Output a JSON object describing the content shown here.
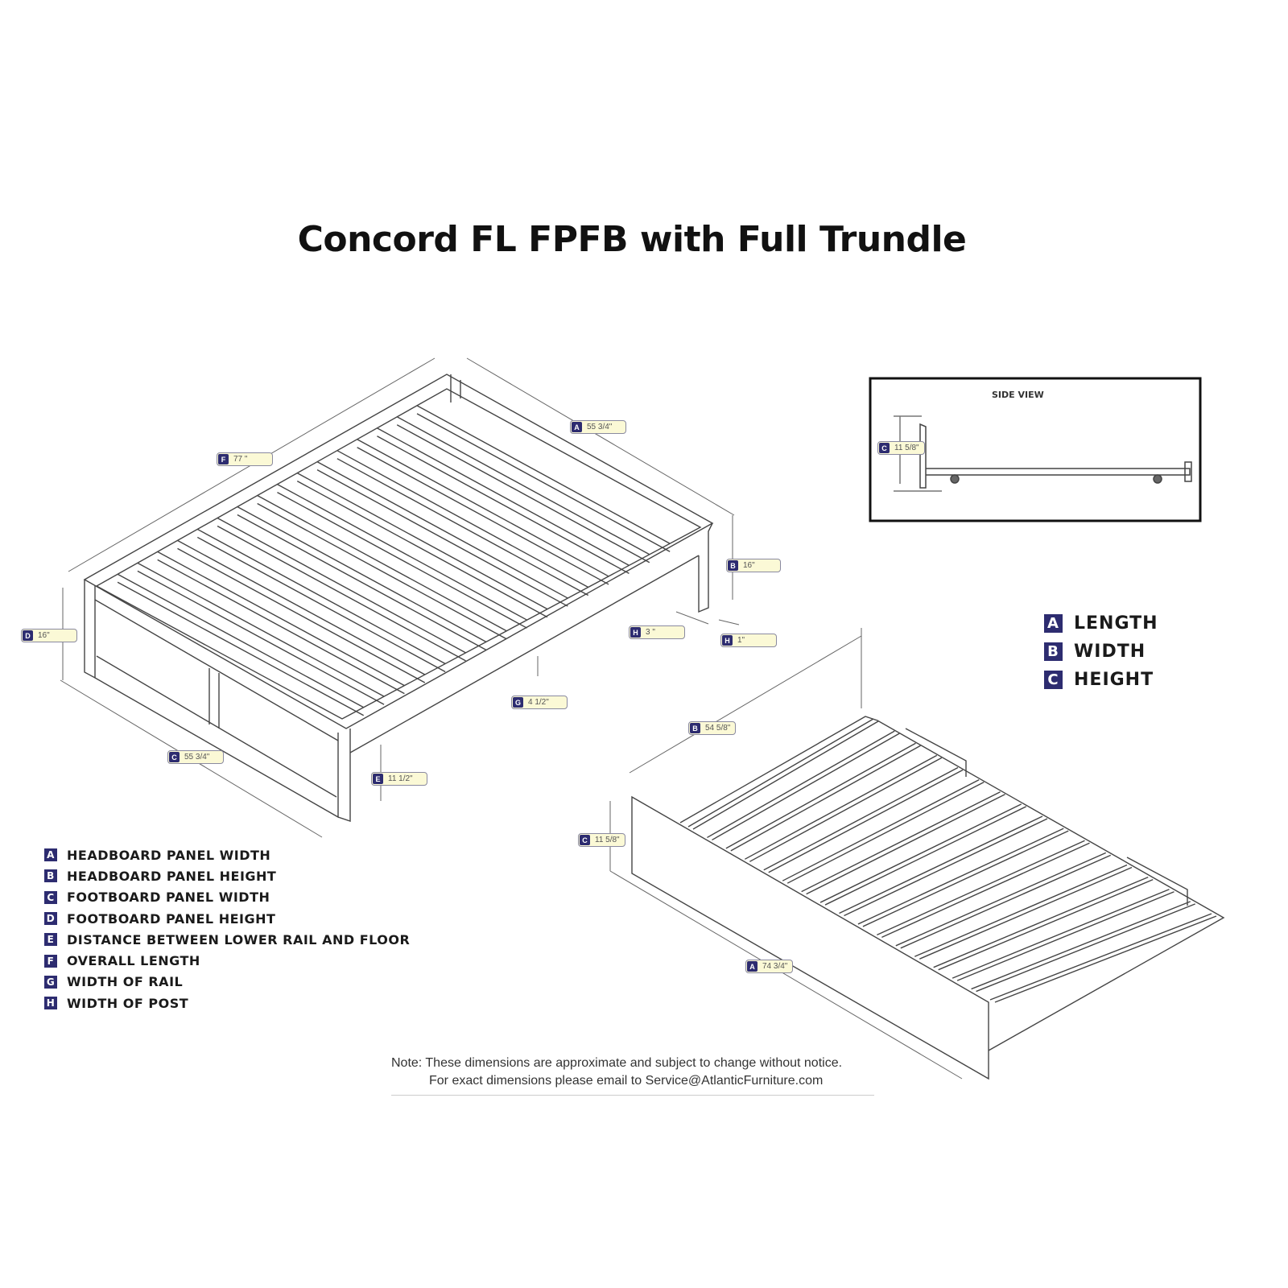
{
  "title": "Concord FL FPFB with Full Trundle",
  "side_view": {
    "title": "SIDE VIEW",
    "dim": {
      "key": "C",
      "value": "11 5/8\""
    }
  },
  "bed_dims": [
    {
      "key": "F",
      "value": "77 \""
    },
    {
      "key": "A",
      "value": "55 3/4\""
    },
    {
      "key": "B",
      "value": "16\""
    },
    {
      "key": "D",
      "value": "16\""
    },
    {
      "key": "H",
      "value": "3 \""
    },
    {
      "key": "H",
      "value": "1\""
    },
    {
      "key": "G",
      "value": "4 1/2\""
    },
    {
      "key": "C",
      "value": "55 3/4\""
    },
    {
      "key": "E",
      "value": "11 1/2\""
    }
  ],
  "trundle_dims": [
    {
      "key": "B",
      "value": "54 5/8\""
    },
    {
      "key": "C",
      "value": "11 5/8\""
    },
    {
      "key": "A",
      "value": "74 3/4\""
    }
  ],
  "bed_legend": [
    {
      "key": "A",
      "label": "HEADBOARD PANEL WIDTH"
    },
    {
      "key": "B",
      "label": "HEADBOARD PANEL HEIGHT"
    },
    {
      "key": "C",
      "label": "FOOTBOARD PANEL WIDTH"
    },
    {
      "key": "D",
      "label": "FOOTBOARD PANEL HEIGHT"
    },
    {
      "key": "E",
      "label": "DISTANCE BETWEEN LOWER RAIL AND FLOOR"
    },
    {
      "key": "F",
      "label": "OVERALL LENGTH"
    },
    {
      "key": "G",
      "label": "WIDTH OF RAIL"
    },
    {
      "key": "H",
      "label": "WIDTH OF POST"
    }
  ],
  "trundle_legend": [
    {
      "key": "A",
      "label": "LENGTH"
    },
    {
      "key": "B",
      "label": "WIDTH"
    },
    {
      "key": "C",
      "label": "HEIGHT"
    }
  ],
  "note": {
    "line1": "Note:  These dimensions are approximate and subject to change without notice.",
    "line2": "For exact dimensions please email to Service@AtlanticFurniture.com"
  },
  "colors": {
    "key_badge": "#2d2c70",
    "chip_bg": "#fbf9d6",
    "line": "#444444"
  }
}
